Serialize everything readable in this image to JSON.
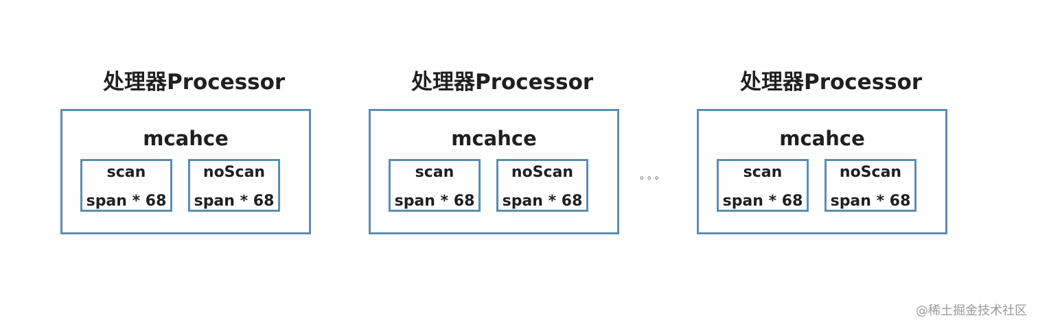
{
  "processors": [
    {
      "title": "处理器Processor",
      "cache_label": "mcahce",
      "spans": [
        {
          "name": "scan",
          "count": "span * 68"
        },
        {
          "name": "noScan",
          "count": "span * 68"
        }
      ]
    },
    {
      "title": "处理器Processor",
      "cache_label": "mcahce",
      "spans": [
        {
          "name": "scan",
          "count": "span * 68"
        },
        {
          "name": "noScan",
          "count": "span * 68"
        }
      ]
    },
    {
      "title": "处理器Processor",
      "cache_label": "mcahce",
      "spans": [
        {
          "name": "scan",
          "count": "span * 68"
        },
        {
          "name": "noScan",
          "count": "span * 68"
        }
      ]
    }
  ],
  "ellipsis": "。。。",
  "watermark": "@稀土掘金技术社区",
  "colors": {
    "border": "#5a8db0",
    "text": "#1f1f1f"
  }
}
